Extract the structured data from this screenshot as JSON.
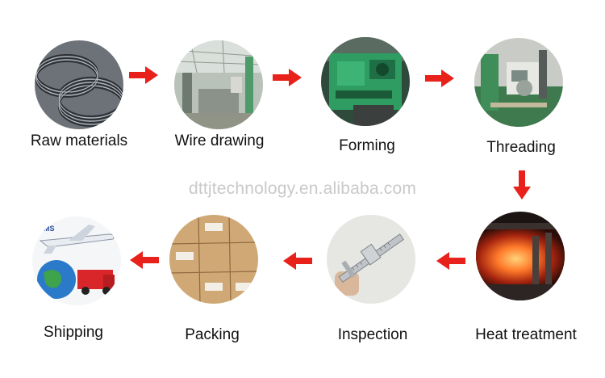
{
  "watermark": "dttjtechnology.en.alibaba.com",
  "accent_color": "#e8211b",
  "steps": [
    {
      "label": "Raw materials"
    },
    {
      "label": "Wire drawing"
    },
    {
      "label": "Forming"
    },
    {
      "label": "Threading"
    },
    {
      "label": "Heat treatment"
    },
    {
      "label": "Inspection"
    },
    {
      "label": "Packing"
    },
    {
      "label": "Shipping"
    }
  ],
  "shipping_truck_logo": "EMS"
}
